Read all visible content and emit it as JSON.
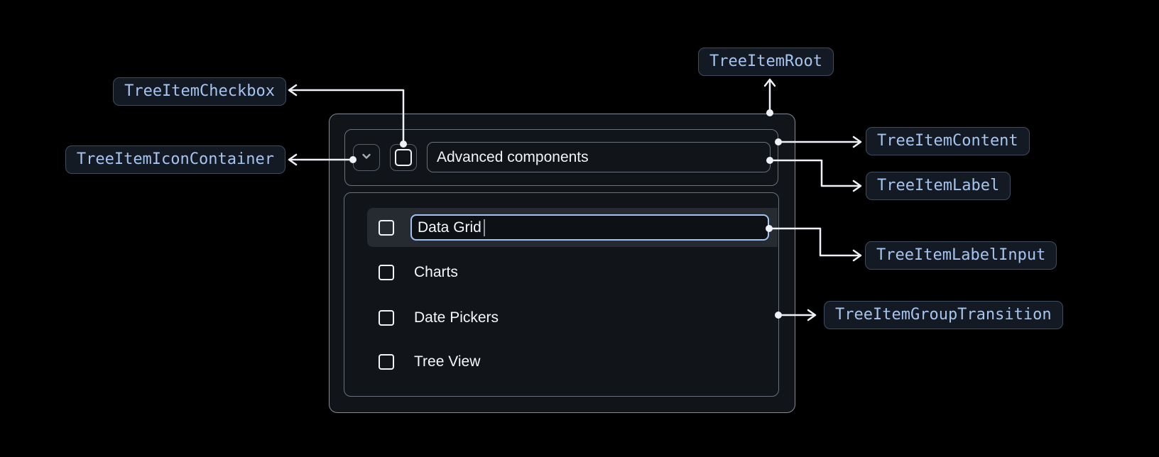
{
  "annotations": {
    "checkbox": "TreeItemCheckbox",
    "icon_container": "TreeItemIconContainer",
    "root": "TreeItemRoot",
    "content": "TreeItemContent",
    "label": "TreeItemLabel",
    "label_input": "TreeItemLabelInput",
    "group_transition": "TreeItemGroupTransition"
  },
  "tree": {
    "parent": {
      "label": "Advanced components",
      "expanded": true,
      "checkbox_state": "unchecked"
    },
    "items": [
      {
        "label": "Data Grid",
        "checkbox_state": "unchecked",
        "editing": true
      },
      {
        "label": "Charts",
        "checkbox_state": "unchecked",
        "editing": false
      },
      {
        "label": "Date Pickers",
        "checkbox_state": "unchecked",
        "editing": false
      },
      {
        "label": "Tree View",
        "checkbox_state": "unchecked",
        "editing": false
      }
    ]
  },
  "icons": {
    "expand": "chevron-down-icon",
    "parent_checkbox": "checkbox-unchecked-icon",
    "item_checkbox": "checkbox-unchecked-icon"
  },
  "colors": {
    "background": "#000000",
    "surface": "#111419",
    "row_highlight": "#262b32",
    "outer_border": "#848c95",
    "inner_border": "#6b727b",
    "control_border": "#575e67",
    "annotation_text": "#a5c4ef",
    "annotation_border": "#3f4c5c",
    "annotation_bg": "#141a23",
    "input_accent": "#a2c3f1",
    "connector": "#eef1f5",
    "text_primary": "#f2f4f6"
  }
}
